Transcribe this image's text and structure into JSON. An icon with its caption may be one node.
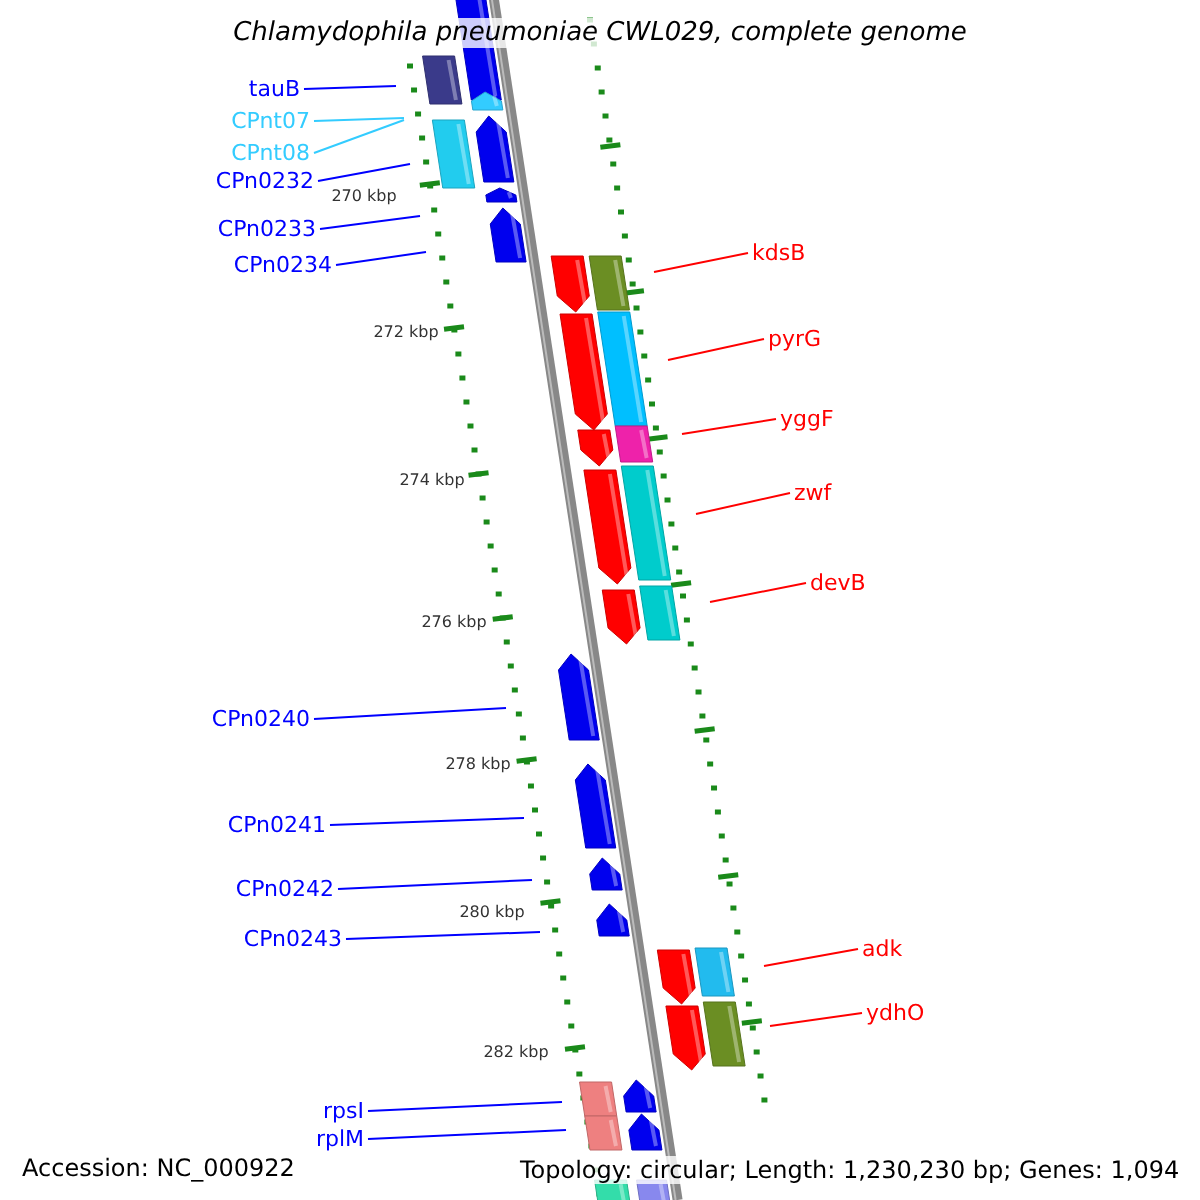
{
  "diagram": {
    "title": "Chlamydophila pneumoniae CWL029, complete genome",
    "nodes": [
      {
        "text": [
          "tauB"
        ]
      },
      {
        "text": [
          "CPnt07"
        ]
      },
      {
        "text": [
          "CPnt08"
        ]
      },
      {
        "text": [
          "CPn0232"
        ]
      },
      {
        "text": [
          "CPn0233"
        ]
      },
      {
        "text": [
          "CPn0234"
        ]
      },
      {
        "text": [
          "CPn0240"
        ]
      },
      {
        "text": [
          "CPn0241"
        ]
      },
      {
        "text": [
          "CPn0242"
        ]
      },
      {
        "text": [
          "CPn0243"
        ]
      },
      {
        "text": [
          "rpsI"
        ]
      },
      {
        "text": [
          "rplM"
        ]
      },
      {
        "text": [
          "kdsB"
        ]
      },
      {
        "text": [
          "pyrG"
        ]
      },
      {
        "text": [
          "yggF"
        ]
      },
      {
        "text": [
          "zwf"
        ]
      },
      {
        "text": [
          "devB"
        ]
      },
      {
        "text": [
          "adk"
        ]
      },
      {
        "text": [
          "ydhO"
        ]
      }
    ],
    "edges": [
      {
        "from": 0,
        "to": null,
        "arrow": "none"
      },
      {
        "from": 1,
        "to": null,
        "arrow": "none",
        "color": "#33ccff"
      },
      {
        "from": 2,
        "to": null,
        "arrow": "none",
        "color": "#33ccff"
      },
      {
        "from": 3,
        "to": null,
        "arrow": "none"
      },
      {
        "from": 4,
        "to": null,
        "arrow": "none"
      },
      {
        "from": 5,
        "to": null,
        "arrow": "none"
      },
      {
        "from": 6,
        "to": null,
        "arrow": "none"
      },
      {
        "from": 7,
        "to": null,
        "arrow": "none"
      },
      {
        "from": 8,
        "to": null,
        "arrow": "none"
      },
      {
        "from": 9,
        "to": null,
        "arrow": "none"
      },
      {
        "from": 10,
        "to": null,
        "arrow": "none"
      },
      {
        "from": 11,
        "to": null,
        "arrow": "none"
      },
      {
        "from": 12,
        "to": null,
        "arrow": "none",
        "color": "#ff0000"
      },
      {
        "from": 13,
        "to": null,
        "arrow": "none",
        "color": "#ff0000"
      },
      {
        "from": 14,
        "to": null,
        "arrow": "none",
        "color": "#ff0000"
      },
      {
        "from": 15,
        "to": null,
        "arrow": "none",
        "color": "#ff0000"
      },
      {
        "from": 16,
        "to": null,
        "arrow": "none",
        "color": "#ff0000"
      },
      {
        "from": 17,
        "to": null,
        "arrow": "none",
        "color": "#ff0000"
      },
      {
        "from": 18,
        "to": null,
        "arrow": "none",
        "color": "#ff0000"
      }
    ],
    "labels": [
      "270 kbp",
      "272 kbp",
      "274 kbp",
      "276 kbp",
      "278 kbp",
      "280 kbp",
      "282 kbp",
      "Accession: NC_000922",
      "Topology: circular; Length: 1,230,230 bp; Genes: 1,094"
    ]
  }
}
